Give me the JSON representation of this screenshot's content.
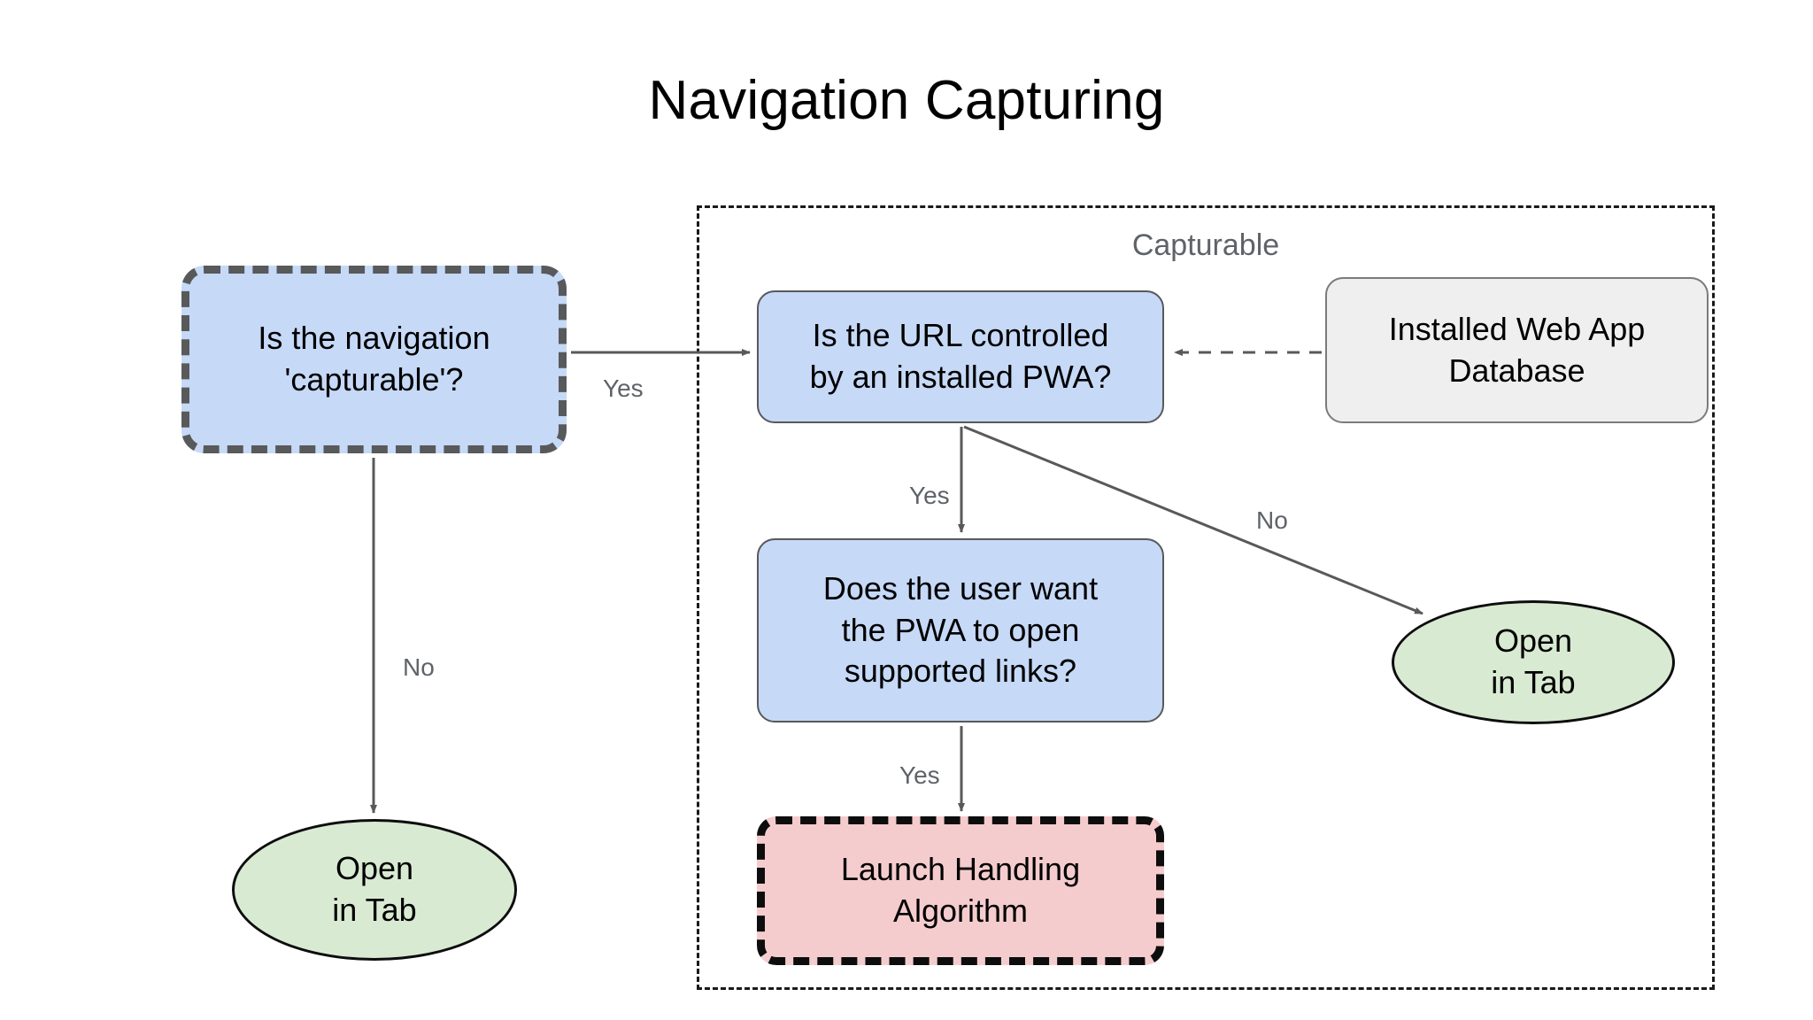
{
  "title": "Navigation Capturing",
  "group": {
    "name": "capturable-group",
    "label": "Capturable",
    "border_style": "dashed",
    "border_color": "#1a1a1a"
  },
  "colors": {
    "blue_fill": "#c6d9f7",
    "blue_border": "#58595b",
    "gray_fill": "#efefef",
    "gray_border": "#7b7b7b",
    "pink_fill": "#f5ccce",
    "pink_border": "#0d0d0d",
    "green_fill": "#d9ead3",
    "green_border": "#0d0d0d",
    "edge_color": "#58595b",
    "label_color": "#5f6368",
    "title_color": "#000000"
  },
  "nodes": [
    {
      "id": "capturable-question",
      "label": "Is the navigation\n'capturable'?",
      "shape": "rounded-rect",
      "style": "blue-dashed"
    },
    {
      "id": "url-question",
      "label": "Is the URL controlled\nby an installed PWA?",
      "shape": "rounded-rect",
      "style": "blue"
    },
    {
      "id": "installed-web-app-database",
      "label": "Installed Web App\nDatabase",
      "shape": "rounded-rect",
      "style": "gray"
    },
    {
      "id": "user-want-question",
      "label": "Does the user want\nthe PWA to open\nsupported links?",
      "shape": "rounded-rect",
      "style": "blue"
    },
    {
      "id": "launch-handling-algorithm",
      "label": "Launch Handling\nAlgorithm",
      "shape": "rounded-rect",
      "style": "pink-dashed"
    },
    {
      "id": "open-in-tab-left",
      "label": "Open\nin Tab",
      "shape": "ellipse",
      "style": "green"
    },
    {
      "id": "open-in-tab-right",
      "label": "Open\nin Tab",
      "shape": "ellipse",
      "style": "green"
    }
  ],
  "edges": [
    {
      "id": "capturable-to-url",
      "from": "capturable-question",
      "to": "url-question",
      "label": "Yes",
      "style": "solid"
    },
    {
      "id": "capturable-to-open-tab",
      "from": "capturable-question",
      "to": "open-in-tab-left",
      "label": "No",
      "style": "solid"
    },
    {
      "id": "url-to-user-want",
      "from": "url-question",
      "to": "user-want-question",
      "label": "Yes",
      "style": "solid"
    },
    {
      "id": "url-to-open-tab",
      "from": "url-question",
      "to": "open-in-tab-right",
      "label": "No",
      "style": "solid"
    },
    {
      "id": "user-want-to-launch-handler",
      "from": "user-want-question",
      "to": "launch-handling-algorithm",
      "label": "Yes",
      "style": "solid"
    },
    {
      "id": "database-to-url",
      "from": "installed-web-app-database",
      "to": "url-question",
      "label": "",
      "style": "dashed"
    }
  ]
}
